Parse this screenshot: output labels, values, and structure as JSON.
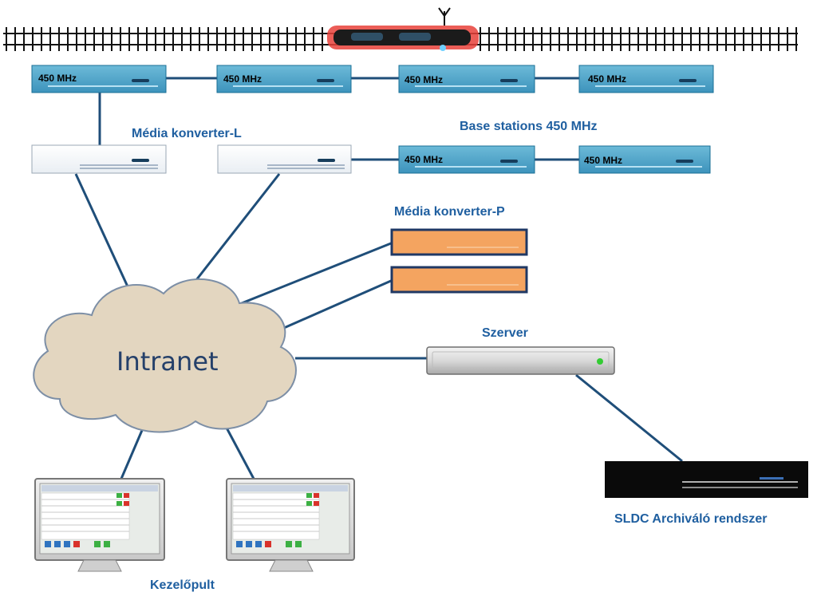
{
  "base_station_label": "450 MHz",
  "labels": {
    "media_converter_l": "Média konverter-L",
    "base_stations": "Base stations 450 MHz",
    "media_converter_p": "Média konverter-P",
    "server": "Szerver",
    "intranet": "Intranet",
    "archive": "SLDC Archiváló rendszer",
    "console": "Kezelőpult"
  },
  "colors": {
    "base_station_fill": "#4aa3c8",
    "base_station_border": "#1a6f96",
    "connector_line": "#1f4e79",
    "converter_p_fill": "#f4a460",
    "converter_p_border": "#1f3864",
    "cloud_fill": "#e3d6c0",
    "cloud_border": "#7d8fa6",
    "train_body": "#e8413a",
    "label_blue": "#1f5fa0"
  }
}
